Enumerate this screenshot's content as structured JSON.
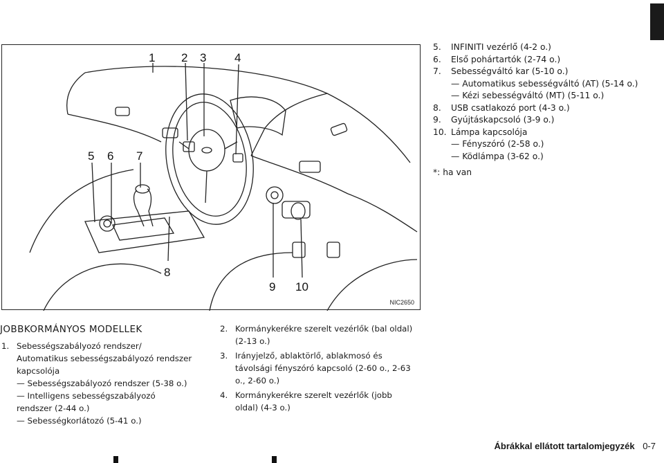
{
  "figure": {
    "code": "NIC2650",
    "callouts": [
      "1",
      "2",
      "3",
      "4",
      "5",
      "6",
      "7",
      "8",
      "9",
      "10"
    ]
  },
  "right_list": [
    {
      "num": "5.",
      "lines": [
        "INFINITI vezérlő (4-2 o.)"
      ]
    },
    {
      "num": "6.",
      "lines": [
        "Első pohártartók (2-74 o.)"
      ]
    },
    {
      "num": "7.",
      "lines": [
        "Sebességváltó kar (5-10 o.)",
        "— Automatikus sebességváltó (AT) (5-14 o.)",
        "— Kézi sebességváltó (MT) (5-11 o.)"
      ]
    },
    {
      "num": "8.",
      "lines": [
        "USB csatlakozó port (4-3 o.)"
      ]
    },
    {
      "num": "9.",
      "lines": [
        "Gyújtáskapcsoló (3-9 o.)"
      ]
    },
    {
      "num": "10.",
      "lines": [
        "Lámpa kapcsolója",
        "— Fényszóró (2-58 o.)",
        "— Ködlámpa (3-62 o.)"
      ]
    }
  ],
  "note": "*: ha van",
  "section_title": "JOBBKORMÁNYOS MODELLEK",
  "left_list": [
    {
      "num": "1.",
      "lines": [
        "Sebességszabályozó rendszer/",
        "Automatikus sebességszabályozó rendszer",
        "kapcsolója",
        "— Sebességszabályozó rendszer (5-38 o.)",
        "— Intelligens sebességszabályozó",
        "rendszer (2-44 o.)",
        "— Sebességkorlátozó (5-41 o.)"
      ]
    }
  ],
  "mid_list": [
    {
      "num": "2.",
      "lines": [
        "Kormánykerékre szerelt vezérlők (bal oldal)",
        "(2-13 o.)"
      ]
    },
    {
      "num": "3.",
      "lines": [
        "Irányjelző, ablaktörlő, ablakmosó és",
        "távolsági fényszóró kapcsoló (2-60 o., 2-63",
        "o., 2-60 o.)"
      ]
    },
    {
      "num": "4.",
      "lines": [
        "Kormánykerékre szerelt vezérlők (jobb",
        "oldal) (4-3 o.)"
      ]
    }
  ],
  "footer": {
    "title": "Ábrákkal ellátott tartalomjegyzék",
    "page": "0-7"
  }
}
